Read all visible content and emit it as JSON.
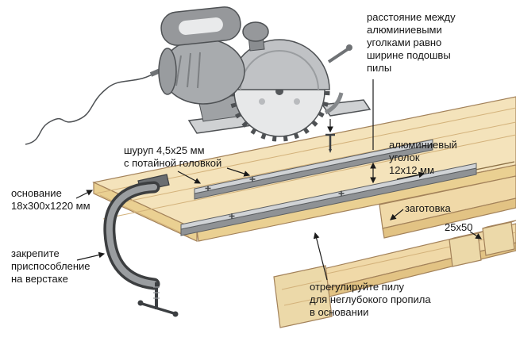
{
  "labels": {
    "distance_note": "расстояние между\nалюминиевыми\nуголками равно\nширине подошвы\nпилы",
    "screw_note": "шуруп 4,5х25 мм\nс потайной головкой",
    "base_note": "основание\n18х300х1220 мм",
    "clamp_note": "закрепите\nприспособление\nна верстаке",
    "angle_note": "алюминиевый\nуголок\n12х12 мм",
    "workpiece_note": "заготовка",
    "batten_size": "25х50",
    "adjust_note": "отрегулируйте пилу\nдля неглубокого пропила\nв основании"
  },
  "colors": {
    "background": "#ffffff",
    "wood_top": "#f4e3bb",
    "wood_face": "#ead092",
    "wood_band": "#f0d9a8",
    "wood_band_face": "#e2c384",
    "wood_end_grain": "#ecd9a9",
    "aluminum_top": "#d0d3d6",
    "aluminum_side": "#8f9295",
    "saw_body": "#a8abae",
    "saw_guard": "#c0c2c5",
    "saw_shoe": "#cfd1d3",
    "saw_blade": "#e7e8e9",
    "saw_handle": "#96989b",
    "clamp_dark": "#3c3e40",
    "annotation": "#1a1a1a"
  }
}
